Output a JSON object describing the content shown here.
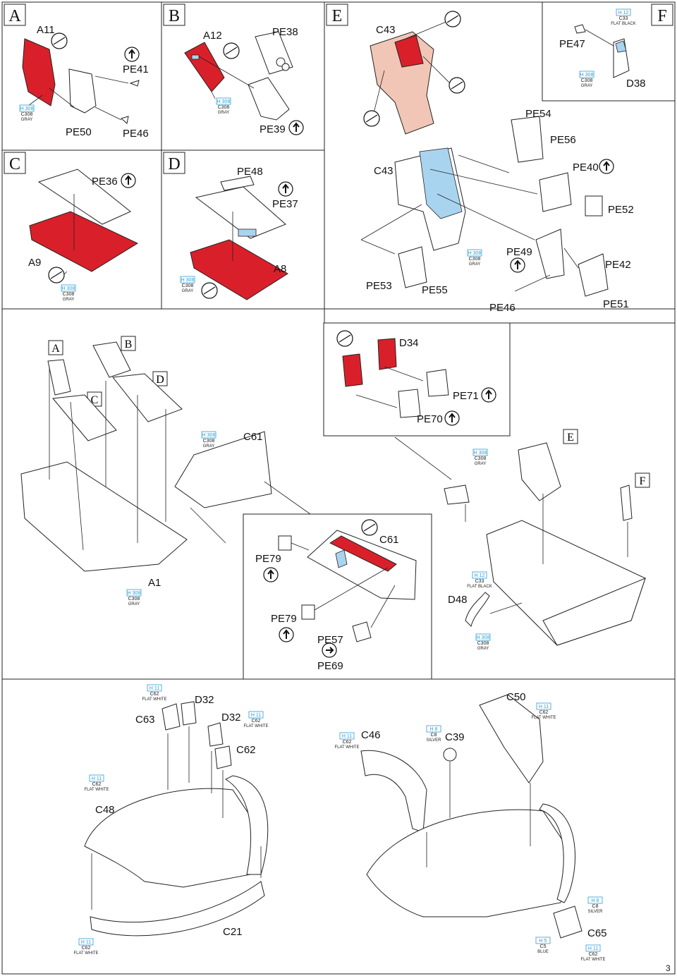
{
  "page_number": "3",
  "colors": {
    "red": "#d9202a",
    "pink": "#f1c6b6",
    "blue": "#a9d4f0",
    "paint_code": "#2a9fd6"
  },
  "sections": {
    "A": "A",
    "B": "B",
    "C": "C",
    "D": "D",
    "E": "E",
    "F": "F"
  },
  "labels": {
    "a11": "A11",
    "pe41": "PE41",
    "pe50": "PE50",
    "pe46_a": "PE46",
    "a12": "A12",
    "pe38": "PE38",
    "pe39": "PE39",
    "c43_top": "C43",
    "pe47": "PE47",
    "d38": "D38",
    "pe54": "PE54",
    "pe56": "PE56",
    "c43_mid": "C43",
    "pe40": "PE40",
    "pe52": "PE52",
    "pe49": "PE49",
    "pe42": "PE42",
    "pe53": "PE53",
    "pe55": "PE55",
    "pe46_e": "PE46",
    "pe51": "PE51",
    "pe36": "PE36",
    "a9": "A9",
    "pe48": "PE48",
    "pe37": "PE37",
    "a8": "A8",
    "d34": "D34",
    "pe71": "PE71",
    "pe70": "PE70",
    "c61": "C61",
    "c61_b": "C61",
    "a1": "A1",
    "pe79_a": "PE79",
    "pe79_b": "PE79",
    "pe57": "PE57",
    "pe69": "PE69",
    "d48": "D48",
    "d32_a": "D32",
    "c63": "C63",
    "d32_b": "D32",
    "c62": "C62",
    "c48": "C48",
    "c21": "C21",
    "c46": "C46",
    "c39": "C39",
    "c50": "C50",
    "c65": "C65"
  },
  "paints": {
    "gray": {
      "h": "H 308",
      "c": "C308",
      "name": "GRAY"
    },
    "flat_black": {
      "h": "H 12",
      "c": "C33",
      "name": "FLAT BLACK"
    },
    "flat_white": {
      "h": "H 11",
      "c": "C62",
      "name": "FLAT WHITE"
    },
    "silver": {
      "h": "H 8",
      "c": "C8",
      "name": "SILVER"
    },
    "blue": {
      "h": "H 5",
      "c": "C5",
      "name": "BLUE"
    }
  }
}
